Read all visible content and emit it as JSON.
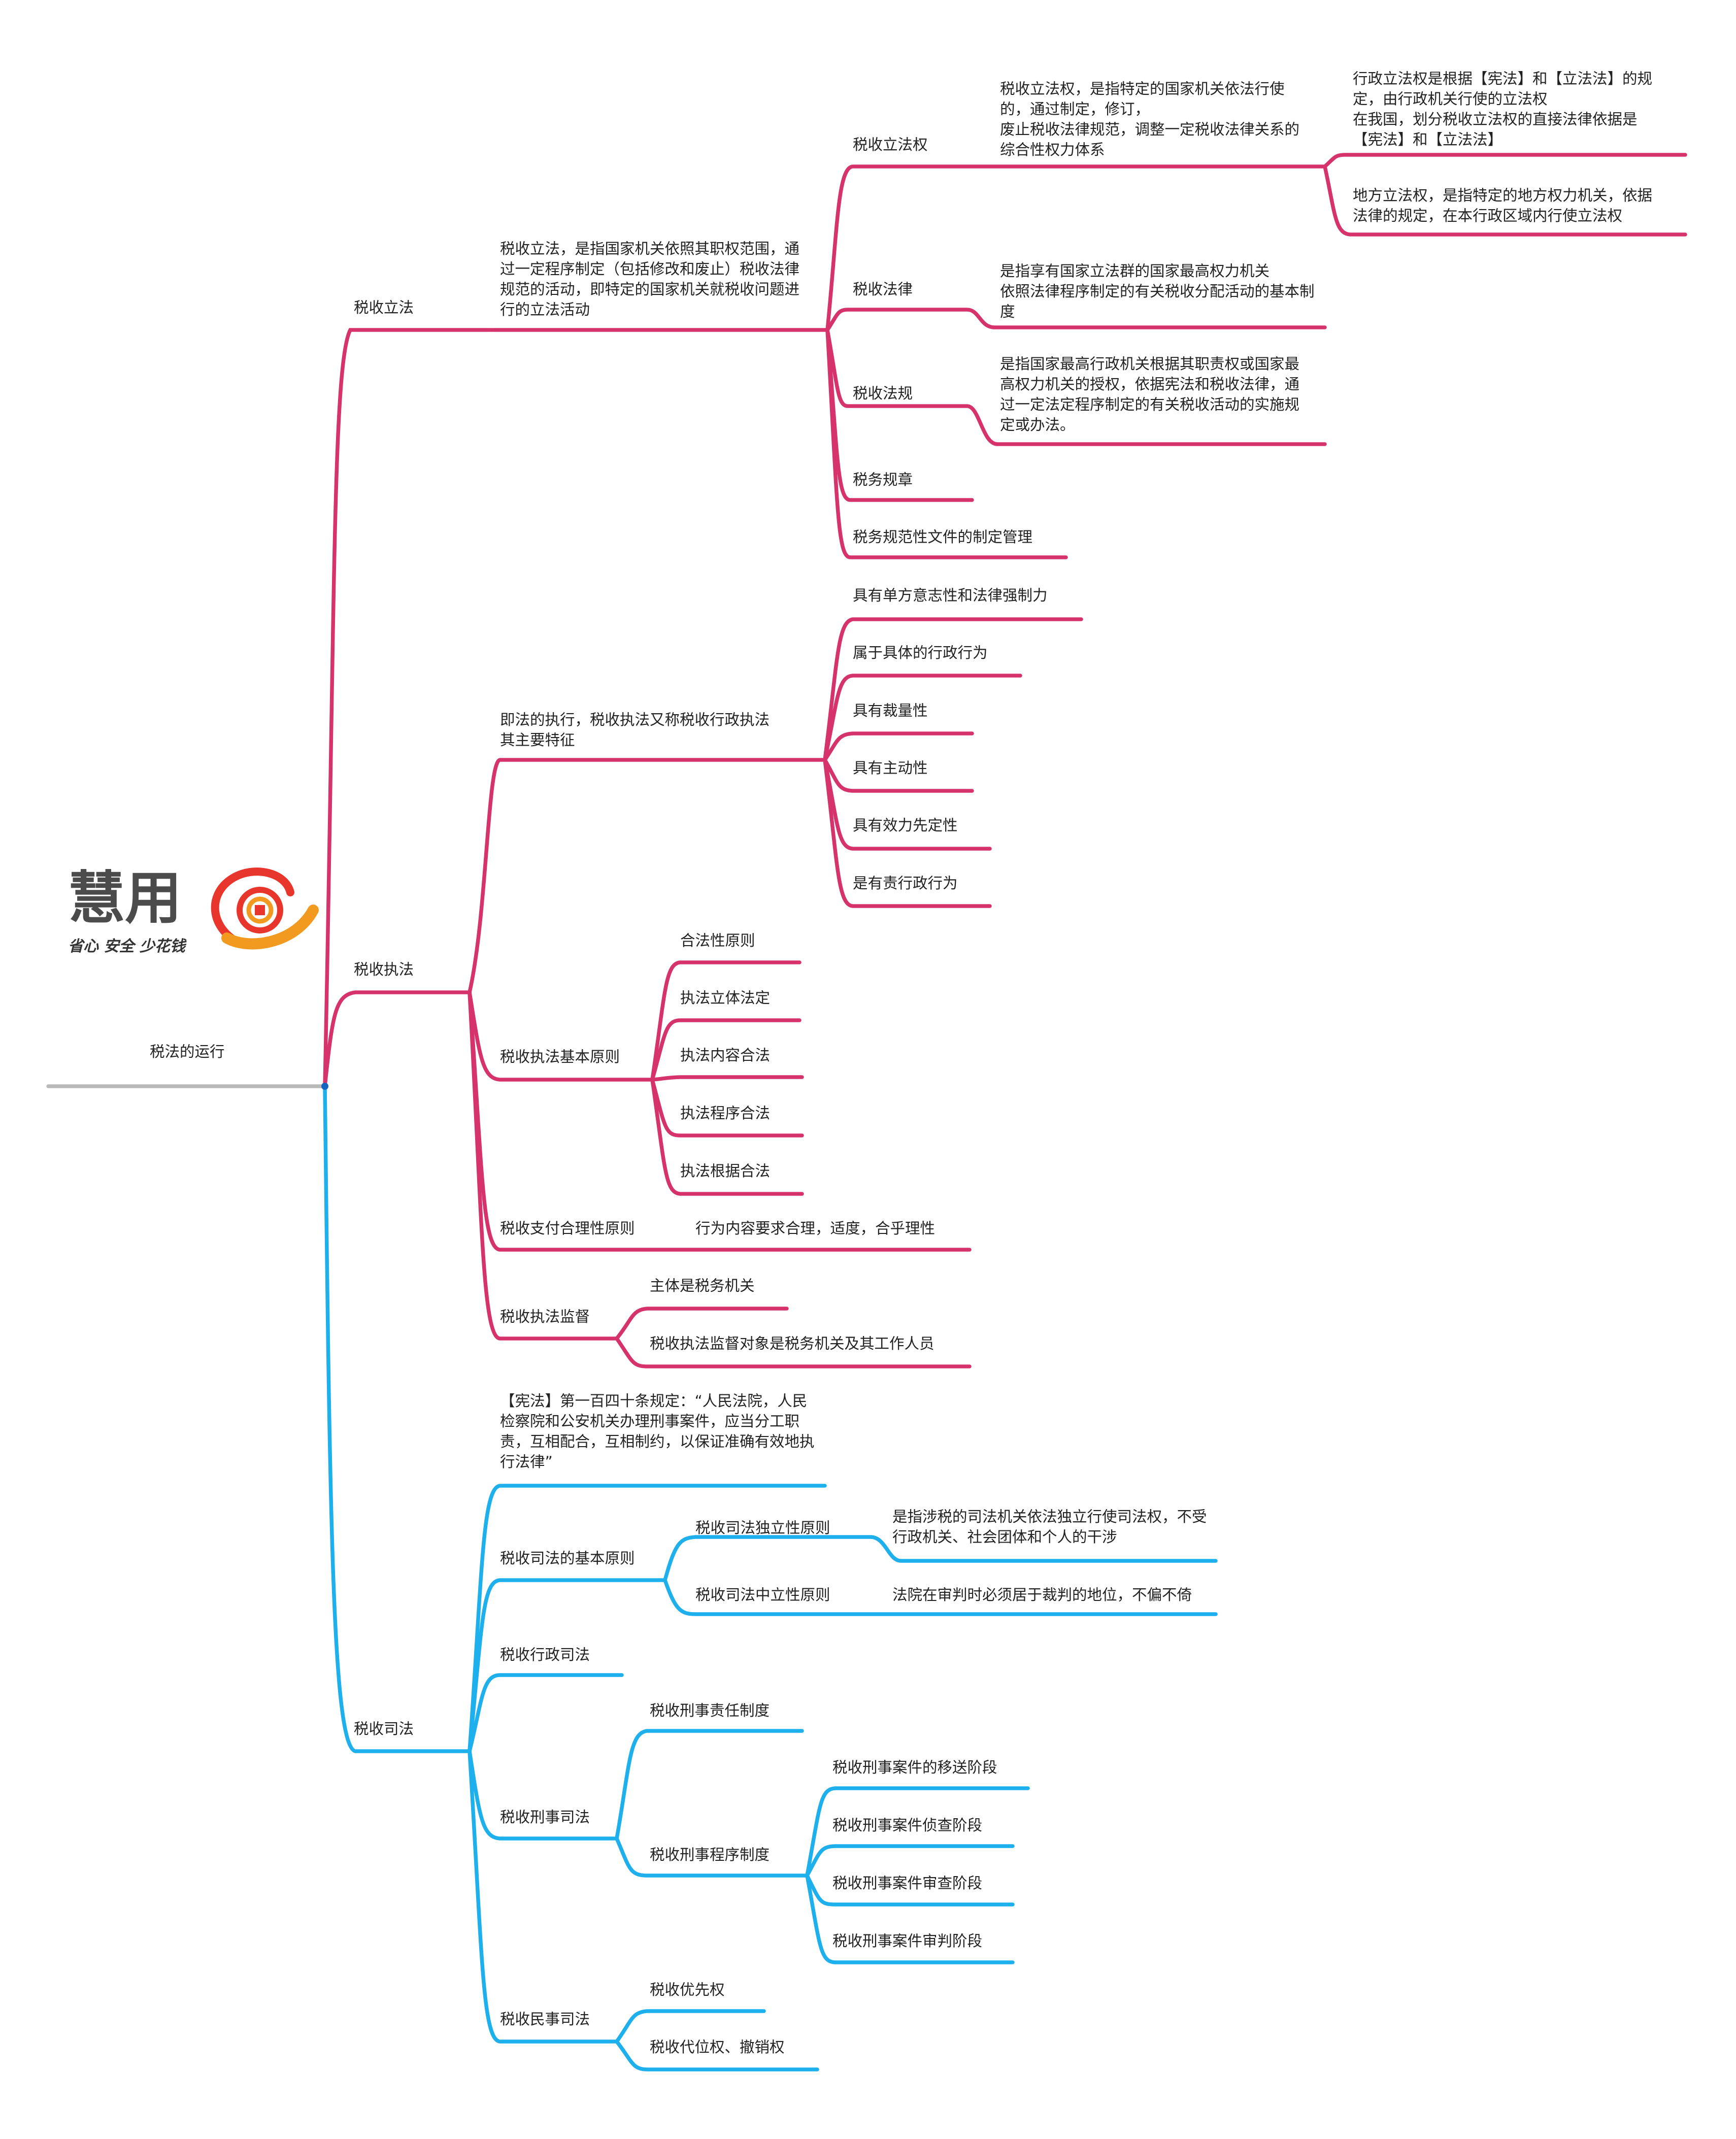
{
  "root": {
    "label": "税法的运行"
  },
  "colors": {
    "legislation": "#d6336c",
    "enforcement_judicial": "#1db0ec",
    "root_line": "#b9b9b9"
  },
  "logo": {
    "text": "慧用",
    "slogan": "省心 安全 少花钱",
    "icon_name": "coin-swirl-logo-icon"
  },
  "legislation": {
    "label": "税收立法",
    "definition": "税收立法，是指国家机关依照其职权范围，通过一定程序制定（包括修改和废止）税收法律规范的活动，即特定的国家机关就税收问题进行的立法活动",
    "power": {
      "label": "税收立法权",
      "desc": "税收立法权，是指特定的国家机关依法行使的，通过制定，修订，\n废止税收法律规范，调整一定税收法律关系的综合性权力体系",
      "admin": "行政立法权是根据【宪法】和【立法法】的规定，由行政机关行使的立法权\n在我国，划分税收立法权的直接法律依据是【宪法】和【立法法】",
      "local": "地方立法权，是指特定的地方权力机关，依据法律的规定，在本行政区域内行使立法权"
    },
    "law": {
      "label": "税收法律",
      "desc": "是指享有国家立法群的国家最高权力机关\n依照法律程序制定的有关税收分配活动的基本制度"
    },
    "regulation": {
      "label": "税收法规",
      "desc": "是指国家最高行政机关根据其职责权或国家最高权力机关的授权，依据宪法和税收法律，通过一定法定程序制定的有关税收活动的实施规定或办法。"
    },
    "rules": {
      "label": "税务规章"
    },
    "normative": {
      "label": "税务规范性文件的制定管理"
    }
  },
  "enforcement": {
    "label": "税收执法",
    "features_label": "即法的执行，税收执法又称税收行政执法\n其主要特征",
    "features": [
      "具有单方意志性和法律强制力",
      "属于具体的行政行为",
      "具有裁量性",
      "具有主动性",
      "具有效力先定性",
      "是有责行政行为"
    ],
    "principles_label": "税收执法基本原则",
    "principles": [
      "合法性原则",
      "执法立体法定",
      "执法内容合法",
      "执法程序合法",
      "执法根据合法"
    ],
    "reasonable": {
      "label": "税收支付合理性原则",
      "desc": "行为内容要求合理，适度，合乎理性"
    },
    "supervision": {
      "label": "税收执法监督",
      "items": [
        "主体是税务机关",
        "税收执法监督对象是税务机关及其工作人员"
      ]
    }
  },
  "judicial": {
    "label": "税收司法",
    "constitution": "【宪法】第一百四十条规定：“人民法院，人民检察院和公安机关办理刑事案件，应当分工职责，互相配合，互相制约，以保证准确有效地执行法律”",
    "basic": {
      "label": "税收司法的基本原则",
      "independence": {
        "label": "税收司法独立性原则",
        "desc": "是指涉税的司法机关依法独立行使司法权，不受行政机关、社会团体和个人的干涉"
      },
      "neutrality": {
        "label": "税收司法中立性原则",
        "desc": "法院在审判时必须居于裁判的地位，不偏不倚"
      }
    },
    "admin": {
      "label": "税收行政司法"
    },
    "criminal": {
      "label": "税收刑事司法",
      "liability": "税收刑事责任制度",
      "procedure": {
        "label": "税收刑事程序制度",
        "stages": [
          "税收刑事案件的移送阶段",
          "税收刑事案件侦查阶段",
          "税收刑事案件审查阶段",
          "税收刑事案件审判阶段"
        ]
      }
    },
    "civil": {
      "label": "税收民事司法",
      "items": [
        "税收优先权",
        "税收代位权、撤销权"
      ]
    }
  }
}
